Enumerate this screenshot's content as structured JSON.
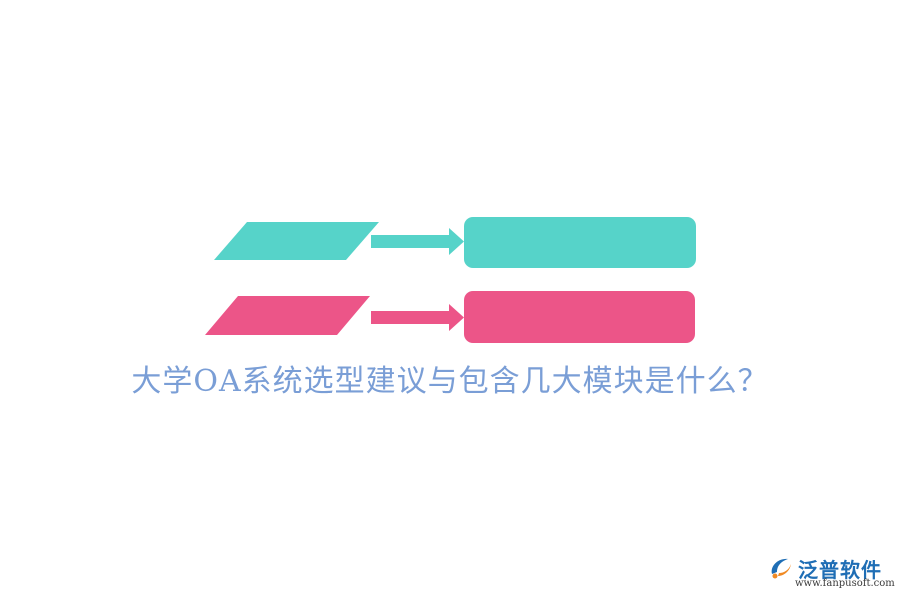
{
  "colors": {
    "teal": "#56D3C9",
    "pink": "#EC5588",
    "title": "#7A9ED6",
    "logo_name": "#1F6EB5",
    "logo_url": "#3A3A3A",
    "logo_orange": "#F08A24"
  },
  "diagram": {
    "rows": [
      {
        "color": "teal"
      },
      {
        "color": "pink"
      }
    ]
  },
  "title": "大学OA系统选型建议与包含几大模块是什么？",
  "watermark": {
    "name": "泛普软件",
    "url": "www.fanpusoft.com"
  }
}
